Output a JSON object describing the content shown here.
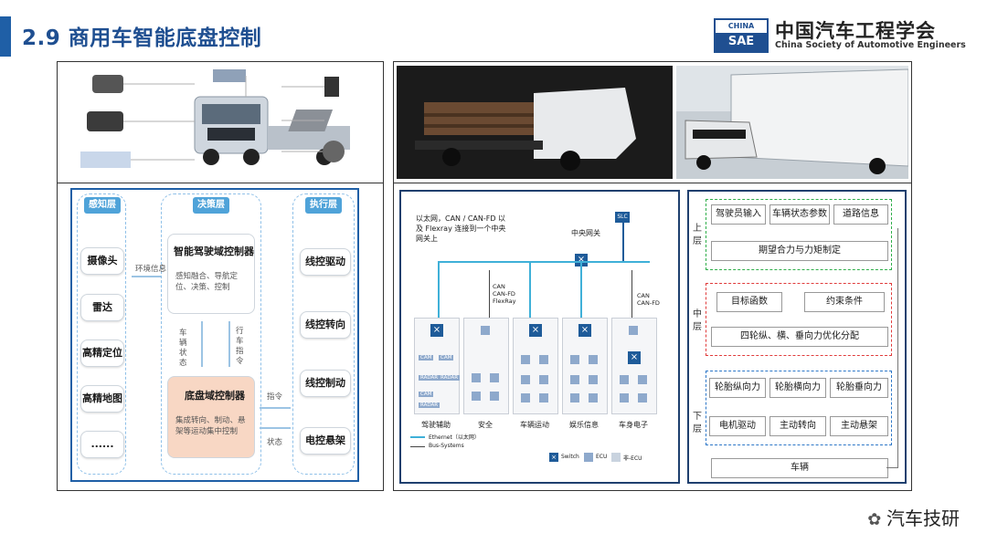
{
  "header": {
    "title": "2.9 商用车智能底盘控制",
    "logo_top": "CHINA",
    "logo_bottom": "SAE",
    "org_cn": "中国汽车工程学会",
    "org_en": "China Society of Automotive Engineers"
  },
  "arch": {
    "sense_label": "感知层",
    "decide_label": "决策层",
    "exec_label": "执行层",
    "sensors": [
      "摄像头",
      "雷达",
      "高精定位",
      "高精地图",
      "......"
    ],
    "env_info": "环境信息",
    "adc_title": "智能驾驶域控制器",
    "adc_desc": "感知融合、导航定位、决策、控制",
    "vehicle_state": "车辆状态",
    "drive_cmd": "行车指令",
    "chassis_title": "底盘域控制器",
    "chassis_desc": "集成转向、制动、悬架等运动集中控制",
    "cmd": "指令",
    "state": "状态",
    "actuators": [
      "线控驱动",
      "线控转向",
      "线控制动",
      "电控悬架"
    ]
  },
  "net": {
    "note": "以太网，CAN / CAN-FD 以及 Flexray 连接到一个中央网关上",
    "slc": "SLC",
    "gateway": "中央网关",
    "bus1": "CAN\nCAN-FD\nFlexRay",
    "bus2": "CAN\nCAN-FD",
    "zones": [
      "驾驶辅助",
      "安全",
      "车辆运动",
      "娱乐信息",
      "车身电子"
    ],
    "sensors": [
      "CAM",
      "CAM",
      "RADAR",
      "RADAR",
      "CAM",
      "RADAR"
    ],
    "legend_eth": "Ethernet（以太网）",
    "legend_bus": "Bus-Systems",
    "legend_switch": "Switch",
    "legend_ecu": "ECU",
    "legend_nonecu": "非-ECU"
  },
  "force": {
    "upper_label": "上\n层",
    "mid_label": "中\n层",
    "lower_label": "下\n层",
    "upper": [
      "驾驶员输入",
      "车辆状态参数",
      "道路信息"
    ],
    "upper_out": "期望合力与力矩制定",
    "mid": [
      "目标函数",
      "约束条件"
    ],
    "mid_out": "四轮纵、横、垂向力优化分配",
    "lower1": [
      "轮胎纵向力",
      "轮胎横向力",
      "轮胎垂向力"
    ],
    "lower2": [
      "电机驱动",
      "主动转向",
      "主动悬架"
    ],
    "vehicle": "车辆"
  },
  "watermark": "汽车技研",
  "colors": {
    "brand": "#1f4f91",
    "upper": "#2fae4a",
    "mid": "#e03b3b",
    "lower": "#2d77c8"
  }
}
